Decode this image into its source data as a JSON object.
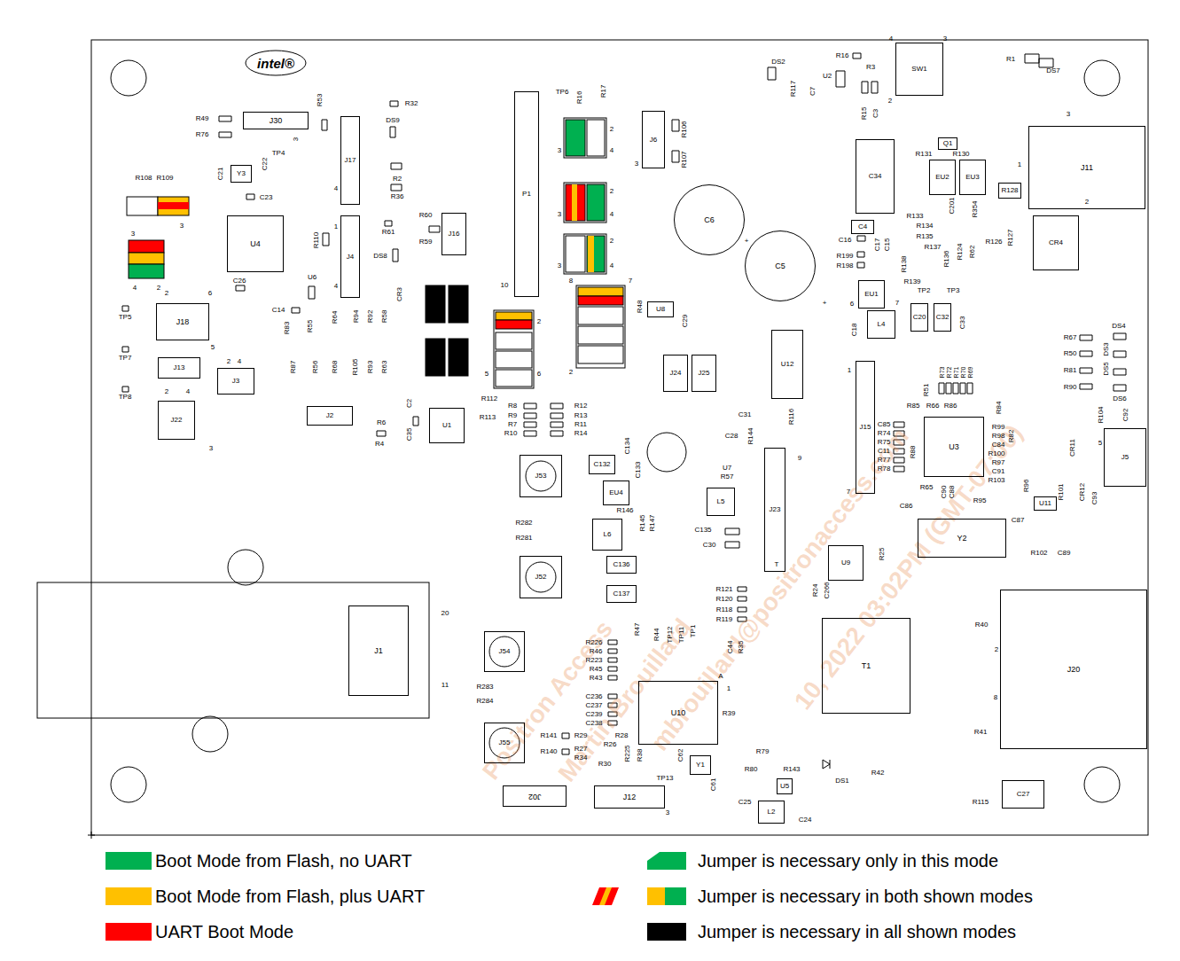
{
  "diagram": {
    "nodes": [
      {
        "text": [
          "J30"
        ]
      },
      {
        "text": [
          "J17"
        ]
      },
      {
        "text": [
          "J4"
        ]
      },
      {
        "text": [
          "Y3"
        ]
      },
      {
        "text": [
          "U4"
        ]
      },
      {
        "text": [
          "J18"
        ]
      },
      {
        "text": [
          "J13"
        ]
      },
      {
        "text": [
          "J3"
        ]
      },
      {
        "text": [
          "J22"
        ]
      },
      {
        "text": [
          "J2"
        ]
      },
      {
        "text": [
          "U1"
        ]
      },
      {
        "text": [
          "J16"
        ]
      },
      {
        "text": [
          "P1"
        ]
      },
      {
        "text": [
          "J6"
        ]
      },
      {
        "text": [
          "C6"
        ]
      },
      {
        "text": [
          "C5"
        ]
      },
      {
        "text": [
          "SW1"
        ]
      },
      {
        "text": [
          "J11"
        ]
      },
      {
        "text": [
          "C34"
        ]
      },
      {
        "text": [
          "EU2"
        ]
      },
      {
        "text": [
          "EU3"
        ]
      },
      {
        "text": [
          "R128"
        ]
      },
      {
        "text": [
          "CR4"
        ]
      },
      {
        "text": [
          "EU1"
        ]
      },
      {
        "text": [
          "L4"
        ]
      },
      {
        "text": [
          "C20"
        ]
      },
      {
        "text": [
          "C32"
        ]
      },
      {
        "text": [
          "U12"
        ]
      },
      {
        "text": [
          "J24"
        ]
      },
      {
        "text": [
          "J25"
        ]
      },
      {
        "text": [
          "U8"
        ]
      },
      {
        "text": [
          "J15"
        ]
      },
      {
        "text": [
          "U3"
        ]
      },
      {
        "text": [
          "J5"
        ]
      },
      {
        "text": [
          "Y2"
        ]
      },
      {
        "text": [
          "J23"
        ]
      },
      {
        "text": [
          "L5"
        ]
      },
      {
        "text": [
          "U9"
        ]
      },
      {
        "text": [
          "J53"
        ]
      },
      {
        "text": [
          "J52"
        ]
      },
      {
        "text": [
          "J54"
        ]
      },
      {
        "text": [
          "J55"
        ]
      },
      {
        "text": [
          "J1"
        ]
      },
      {
        "text": [
          "C132"
        ]
      },
      {
        "text": [
          "EU4"
        ]
      },
      {
        "text": [
          "L6"
        ]
      },
      {
        "text": [
          "C136"
        ]
      },
      {
        "text": [
          "C137"
        ]
      },
      {
        "text": [
          "U10"
        ]
      },
      {
        "text": [
          "T1"
        ]
      },
      {
        "text": [
          "J20"
        ]
      },
      {
        "text": [
          "C27"
        ]
      },
      {
        "text": [
          "Y1"
        ]
      },
      {
        "text": [
          "L2"
        ]
      },
      {
        "text": [
          "U5"
        ]
      },
      {
        "text": [
          "J12"
        ]
      },
      {
        "text": [
          "J02"
        ]
      },
      {
        "text": [
          "U11"
        ]
      },
      {
        "text": [
          "C4"
        ]
      },
      {
        "text": [
          "Q1"
        ]
      }
    ],
    "labels": [
      "intel®",
      "R49",
      "R76",
      "R53",
      "3",
      "TP4",
      "R32",
      "DS9",
      "4",
      "1",
      "4",
      "R2",
      "R36",
      "C21",
      "C22",
      "C23",
      "R108",
      "R109",
      "3",
      "3",
      "4",
      "2",
      "C26",
      "R110",
      "U6",
      "C14",
      "2",
      "6",
      "5",
      "TP5",
      "TP7",
      "TP8",
      "2",
      "4",
      "2",
      "4",
      "3",
      "R83",
      "R55",
      "R64",
      "R94",
      "R92",
      "R58",
      "R87",
      "R56",
      "R68",
      "R105",
      "R93",
      "R63",
      "R61",
      "DS8",
      "CR3",
      "R60",
      "R59",
      "R6",
      "R4",
      "C2",
      "C35",
      "R112",
      "R113",
      "R8",
      "R9",
      "R7",
      "R10",
      "R12",
      "R13",
      "R11",
      "R14",
      "2",
      "5",
      "6",
      "10",
      "TP6",
      "R16",
      "R17",
      "2",
      "4",
      "3",
      "2",
      "4",
      "3",
      "2",
      "4",
      "3",
      "8",
      "7",
      "2",
      "R48",
      "C29",
      "3",
      "R106",
      "R107",
      "+",
      "+",
      "DS2",
      "R117",
      "C7",
      "U2",
      "R16",
      "R3",
      "R15",
      "C3",
      "4",
      "3",
      "2",
      "R1",
      "DS7",
      "3",
      "1",
      "2",
      "R131",
      "R130",
      "R133",
      "R134",
      "R135",
      "R136",
      "R137",
      "R138",
      "R139",
      "C201",
      "R354",
      "R124",
      "R62",
      "R126",
      "R127",
      "C16",
      "C17",
      "C15",
      "R199",
      "R198",
      "TP2",
      "TP3",
      "C33",
      "C18",
      "6",
      "7",
      "DS4",
      "DS3",
      "DS5",
      "DS6",
      "R67",
      "R50",
      "R81",
      "R90",
      "1",
      "7",
      "9",
      "T",
      "R85",
      "R51",
      "R66",
      "R86",
      "R73",
      "R72",
      "R71",
      "R70",
      "R69",
      "C85",
      "R74",
      "R75",
      "C11",
      "R77",
      "R78",
      "R88",
      "R84",
      "R99",
      "R98",
      "C84",
      "R100",
      "R97",
      "C91",
      "R103",
      "R82",
      "C90",
      "C88",
      "R95",
      "C86",
      "R65",
      "C87",
      "R96",
      "R101",
      "CR11",
      "CR12",
      "C93",
      "R104",
      "C92",
      "5",
      "R102",
      "C89",
      "R116",
      "C31",
      "C28",
      "R144",
      "U7",
      "R57",
      "C135",
      "C30",
      "R25",
      "R24",
      "C266",
      "R121",
      "R120",
      "R118",
      "R119",
      "R35",
      "C44",
      "TP1",
      "TP11",
      "TP12",
      "R44",
      "R47",
      "R226",
      "R46",
      "R223",
      "R45",
      "R43",
      "C236",
      "C237",
      "C239",
      "C238",
      "R141",
      "R29",
      "R28",
      "R140",
      "R27",
      "R34",
      "R26",
      "R30",
      "R225",
      "R38",
      "C62",
      "TP13",
      "A",
      "1",
      "R39",
      "C61",
      "R79",
      "R80",
      "R143",
      "DS1",
      "R42",
      "C25",
      "C24",
      "R115",
      "R40",
      "R41",
      "2",
      "8",
      "R283",
      "R284",
      "R282",
      "R281",
      "C134",
      "C133",
      "R146",
      "R145",
      "R147",
      "20",
      "11",
      "3",
      "Positron Access",
      "Martin Brouillard",
      "mbrouillard@positronaccess.com",
      "10, 2022 03:02PM (GMT-07:00)"
    ],
    "legend": [
      {
        "text": "Boot Mode from Flash, no UART",
        "color": "#00b050"
      },
      {
        "text": "Boot Mode from Flash, plus UART",
        "color": "#ffc000"
      },
      {
        "text": "UART Boot Mode",
        "color": "#ff0000"
      },
      {
        "text": "Jumper is necessary only in this mode"
      },
      {
        "text": "Jumper is necessary in both shown modes"
      },
      {
        "text": "Jumper is necessary in all shown modes",
        "color": "#000000"
      }
    ]
  }
}
